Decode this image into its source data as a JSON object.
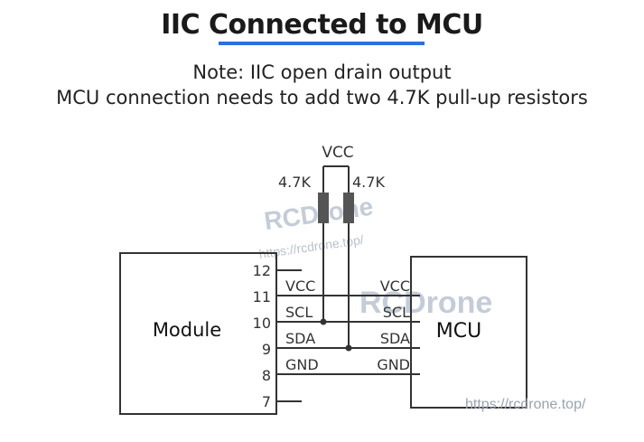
{
  "title": "IIC Connected to MCU",
  "note": {
    "line1": "Note: IIC open drain output",
    "line2": "MCU connection needs to add two 4.7K pull-up resistors"
  },
  "supply": {
    "label": "VCC"
  },
  "resistors": [
    {
      "value": "4.7K"
    },
    {
      "value": "4.7K"
    }
  ],
  "module": {
    "label": "Module",
    "pins": [
      {
        "number": "12",
        "signal": ""
      },
      {
        "number": "11",
        "signal": "VCC"
      },
      {
        "number": "10",
        "signal": "SCL"
      },
      {
        "number": "9",
        "signal": "SDA"
      },
      {
        "number": "8",
        "signal": "GND"
      },
      {
        "number": "7",
        "signal": ""
      }
    ]
  },
  "mcu": {
    "label": "MCU",
    "pins": [
      "VCC",
      "SCL",
      "SDA",
      "GND"
    ]
  },
  "watermarks": {
    "brand1": "RCDrone",
    "brand2": "RCDrone",
    "url1": "https://rcdrone.top/",
    "url2": "https://rcdrone.top/"
  },
  "colors": {
    "accent_underline": "#2f6fe0",
    "wire": "#333333",
    "resistor": "#555555"
  }
}
